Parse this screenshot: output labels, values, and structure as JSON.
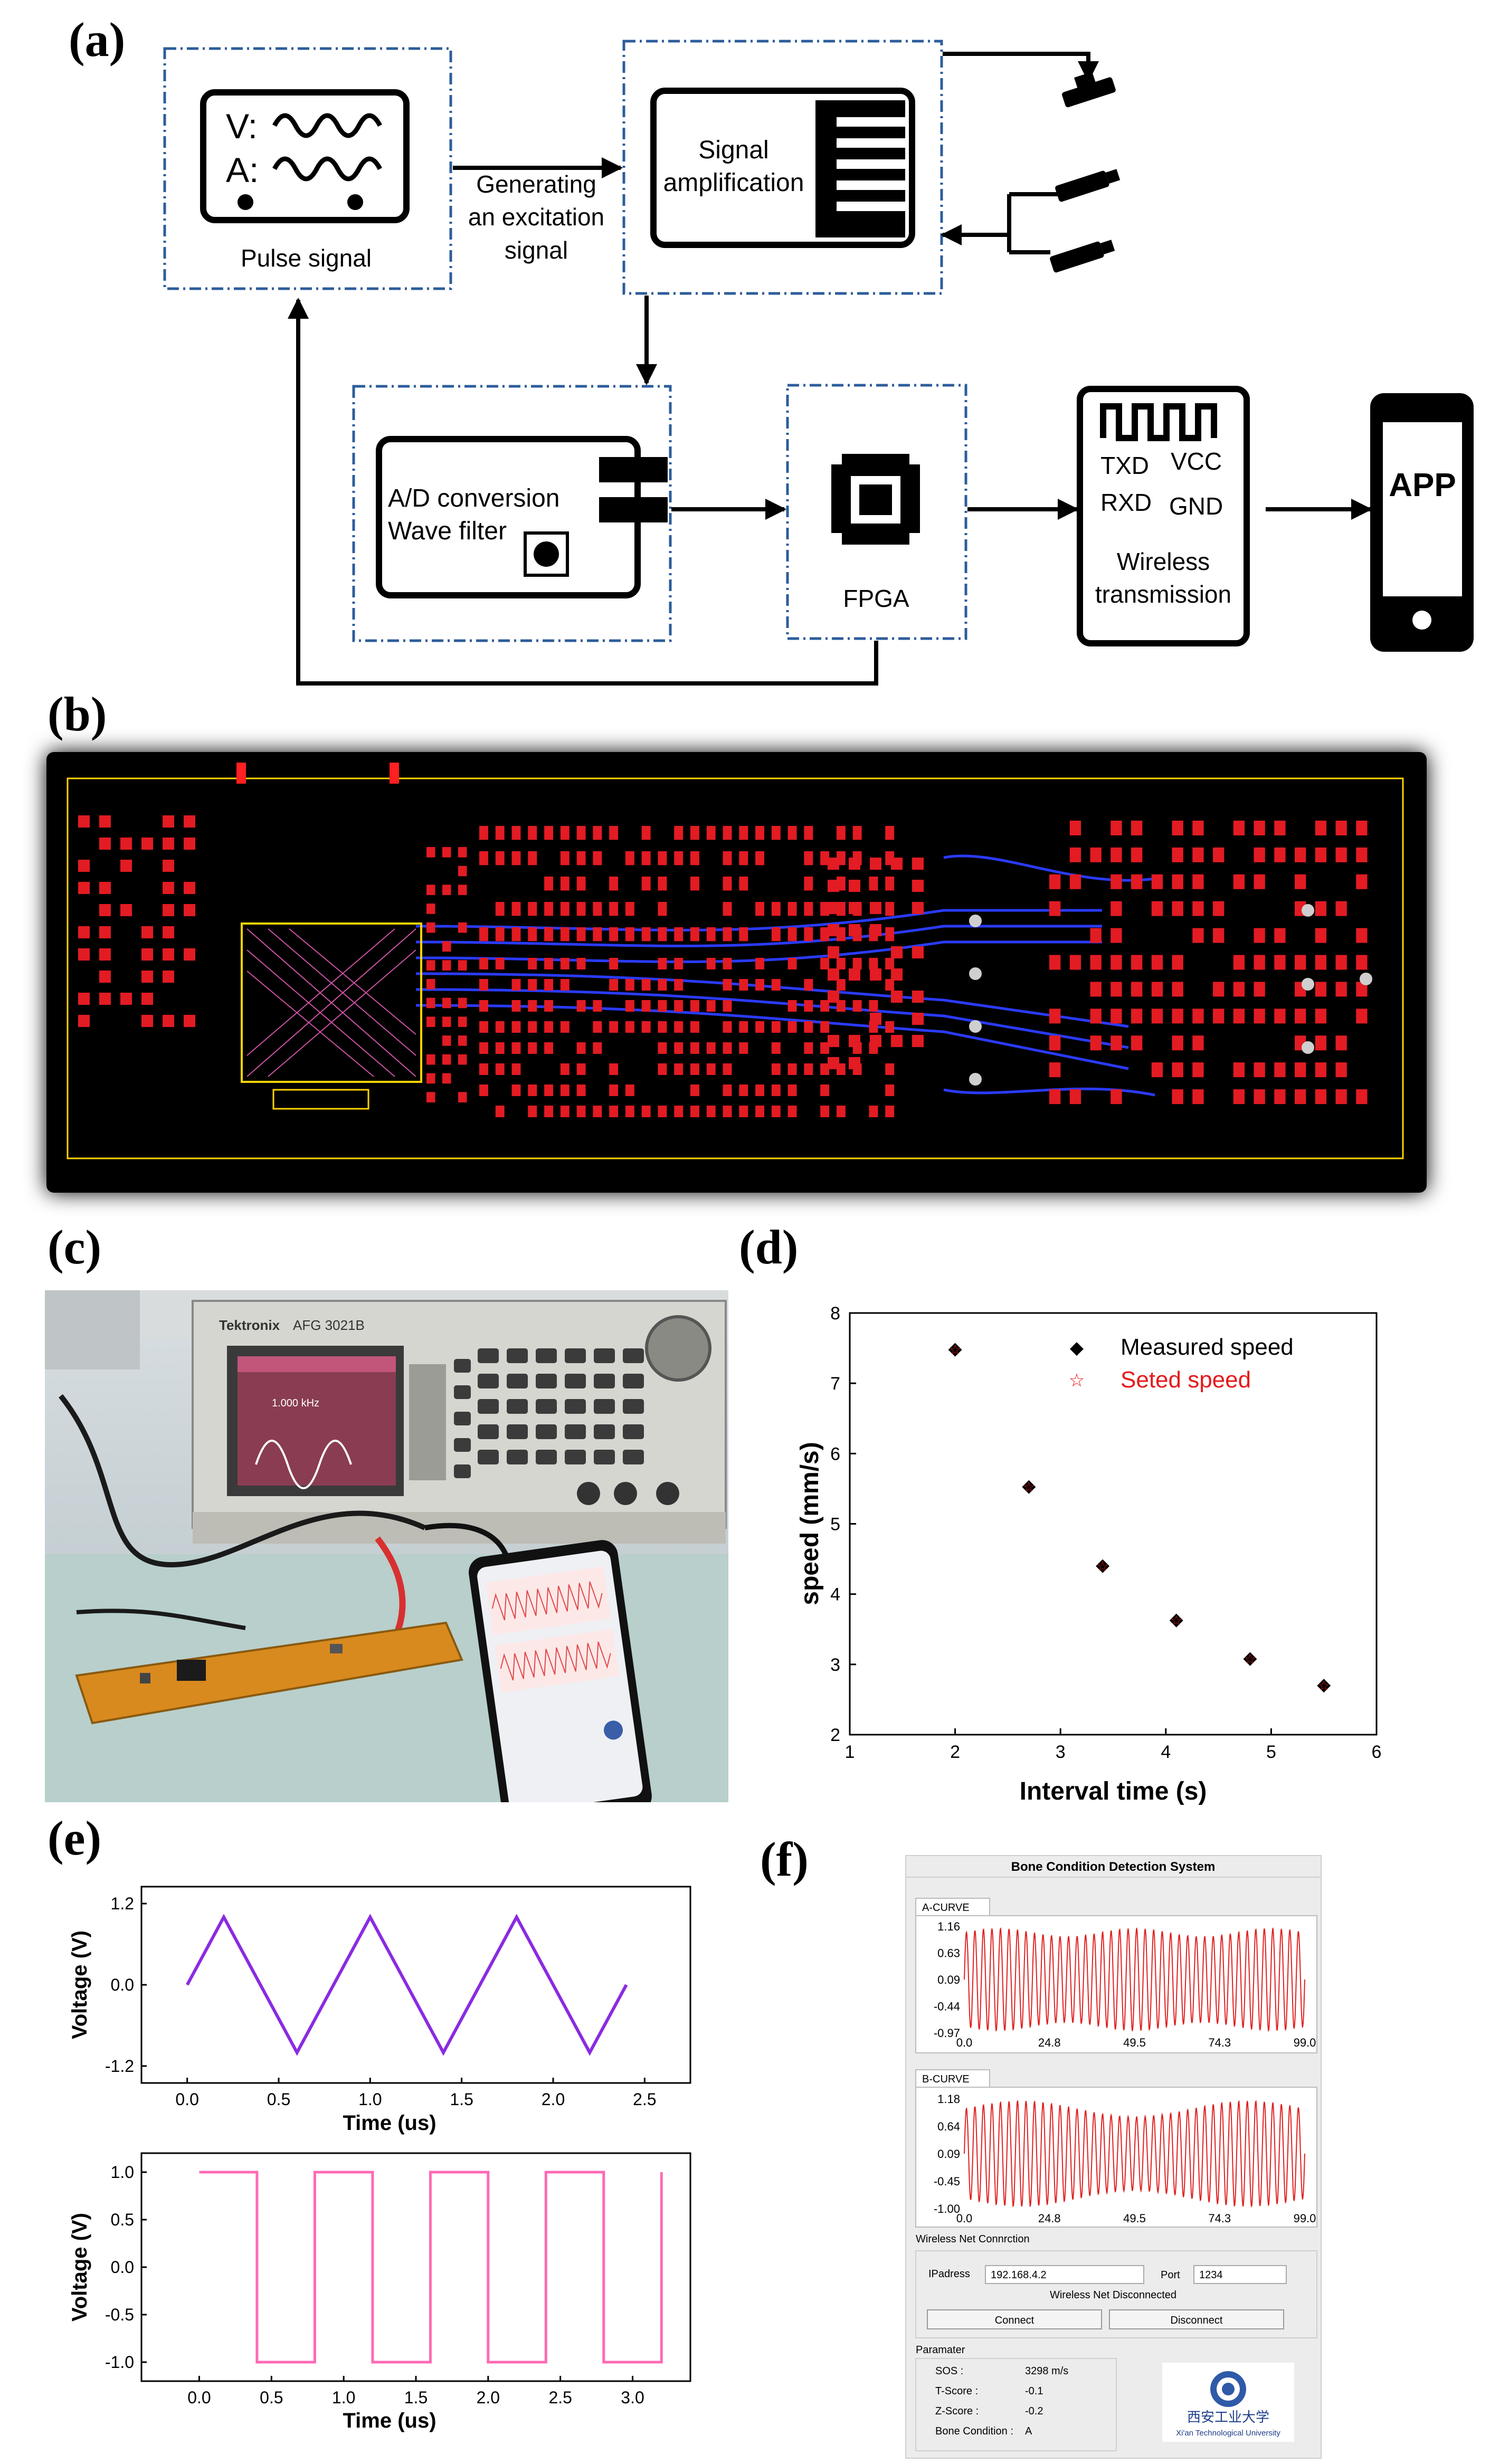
{
  "panels": {
    "a": "(a)",
    "b": "(b)",
    "c": "(c)",
    "d": "(d)",
    "e": "(e)",
    "f": "(f)"
  },
  "diagram": {
    "pulse_signal": {
      "v_label": "V:",
      "a_label": "A:",
      "caption": "Pulse signal"
    },
    "excitation_label": [
      "Generating",
      "an excitation",
      "signal"
    ],
    "amplifier": [
      "Signal",
      "amplification"
    ],
    "adc": [
      "A/D conversion",
      "Wave filter"
    ],
    "fpga": "FPGA",
    "wireless": {
      "txd": "TXD",
      "vcc": "VCC",
      "rxd": "RXD",
      "gnd": "GND",
      "caption": [
        "Wireless",
        "transmission"
      ]
    },
    "app": "APP"
  },
  "generator": {
    "brand": "Tektronix",
    "model": "AFG 3021B",
    "freq": "1.000 kHz"
  },
  "chart_d": {
    "type": "scatter",
    "xlabel": "Interval time (s)",
    "ylabel": "speed (mm/s)",
    "xlim": [
      1,
      6
    ],
    "ylim": [
      2,
      8
    ],
    "xticks": [
      "1",
      "2",
      "3",
      "4",
      "5",
      "6"
    ],
    "yticks": [
      "2",
      "3",
      "4",
      "5",
      "6",
      "7",
      "8"
    ],
    "legend": [
      "Measured speed",
      "Seted speed"
    ],
    "legend_position": "top-right",
    "colors": {
      "measured": "#000000",
      "seted": "#e41a1c"
    },
    "x": [
      2.0,
      2.7,
      3.4,
      4.1,
      4.8,
      5.5
    ],
    "y": [
      7.5,
      5.55,
      4.42,
      3.65,
      3.1,
      2.72
    ]
  },
  "chart_e_tri": {
    "type": "line",
    "xlabel": "Time (us)",
    "ylabel": "Voltage (V)",
    "xticks": [
      "0.0",
      "0.5",
      "1.0",
      "1.5",
      "2.0",
      "2.5"
    ],
    "yticks": [
      "1.2",
      "0.0",
      "-1.2"
    ],
    "color": "#8a2be2",
    "x": [
      0.0,
      0.2,
      0.6,
      1.0,
      1.4,
      1.8,
      2.2,
      2.4
    ],
    "y": [
      0.0,
      1.0,
      -1.0,
      1.0,
      -1.0,
      1.0,
      -1.0,
      0.0
    ]
  },
  "chart_e_sq": {
    "type": "line",
    "xlabel": "Time (us)",
    "ylabel": "Voltage (V)",
    "xticks": [
      "0.0",
      "0.5",
      "1.0",
      "1.5",
      "2.0",
      "2.5",
      "3.0"
    ],
    "yticks": [
      "1.0",
      "0.5",
      "0.0",
      "-0.5",
      "-1.0"
    ],
    "color": "#ff69b4",
    "x": [
      0.0,
      0.4,
      0.4,
      0.8,
      0.8,
      1.2,
      1.2,
      1.6,
      1.6,
      2.0,
      2.0,
      2.4,
      2.4,
      2.8,
      2.8,
      3.2,
      3.2
    ],
    "y": [
      1,
      1,
      -1,
      -1,
      1,
      1,
      -1,
      -1,
      1,
      1,
      -1,
      -1,
      1,
      1,
      -1,
      -1,
      1
    ]
  },
  "app_f": {
    "title": "Bone Condition Detection System",
    "a_curve": {
      "tab": "A-CURVE",
      "yticks": [
        "1.16",
        "0.63",
        "0.09",
        "-0.44",
        "-0.97"
      ],
      "xticks": [
        "0.0",
        "24.8",
        "49.5",
        "74.3",
        "99.0"
      ]
    },
    "b_curve": {
      "tab": "B-CURVE",
      "yticks": [
        "1.18",
        "0.64",
        "0.09",
        "-0.45",
        "-1.00"
      ],
      "xticks": [
        "0.0",
        "24.8",
        "49.5",
        "74.3",
        "99.0"
      ]
    },
    "wireless_heading": "Wireless Net Connrction",
    "ip_label": "IPadress",
    "ip_value": "192.168.4.2",
    "port_label": "Port",
    "port_value": "1234",
    "status": "Wireless Net Disconnected",
    "connect": "Connect",
    "disconnect": "Disconnect",
    "param_heading": "Paramater",
    "params": [
      {
        "label": "SOS :",
        "value": "3298 m/s"
      },
      {
        "label": "T-Score :",
        "value": "-0.1"
      },
      {
        "label": "Z-Score :",
        "value": "-0.2"
      },
      {
        "label": "Bone Condition :",
        "value": "A"
      }
    ],
    "logo_text": "西安工业大学",
    "logo_sub": "Xi'an Technological University"
  }
}
